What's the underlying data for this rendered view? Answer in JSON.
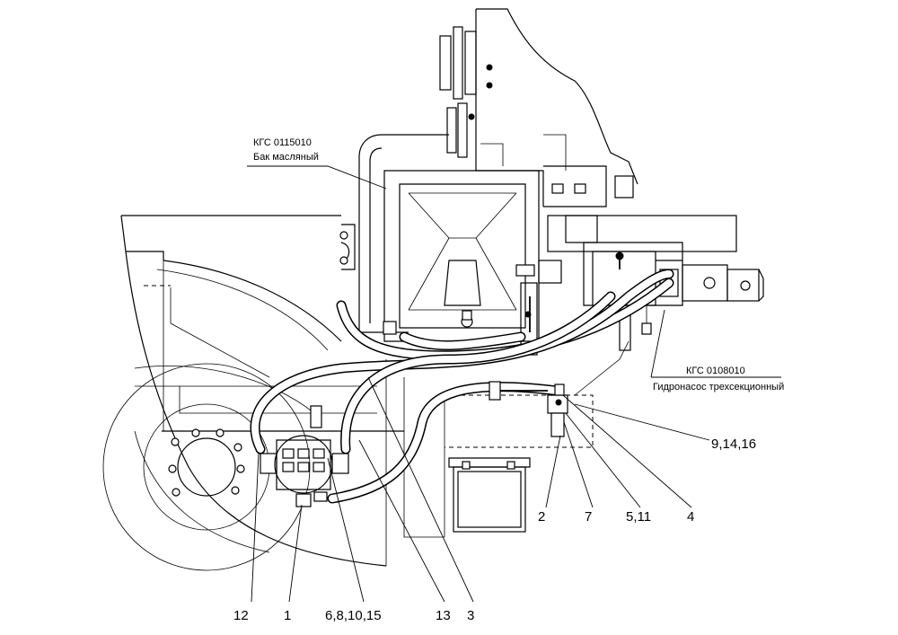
{
  "labels": {
    "tank_code": "КГС 0115010",
    "tank_name": "Бак масляный",
    "pump_code": "КГС 0108010",
    "pump_name": "Гидронасос трехсекционный"
  },
  "callouts": {
    "c12": "12",
    "c1": "1",
    "c6_8_10_15": "6,8,10,15",
    "c13": "13",
    "c3": "3",
    "c2": "2",
    "c7": "7",
    "c5_11": "5,11",
    "c4": "4",
    "c9_14_16": "9,14,16"
  }
}
